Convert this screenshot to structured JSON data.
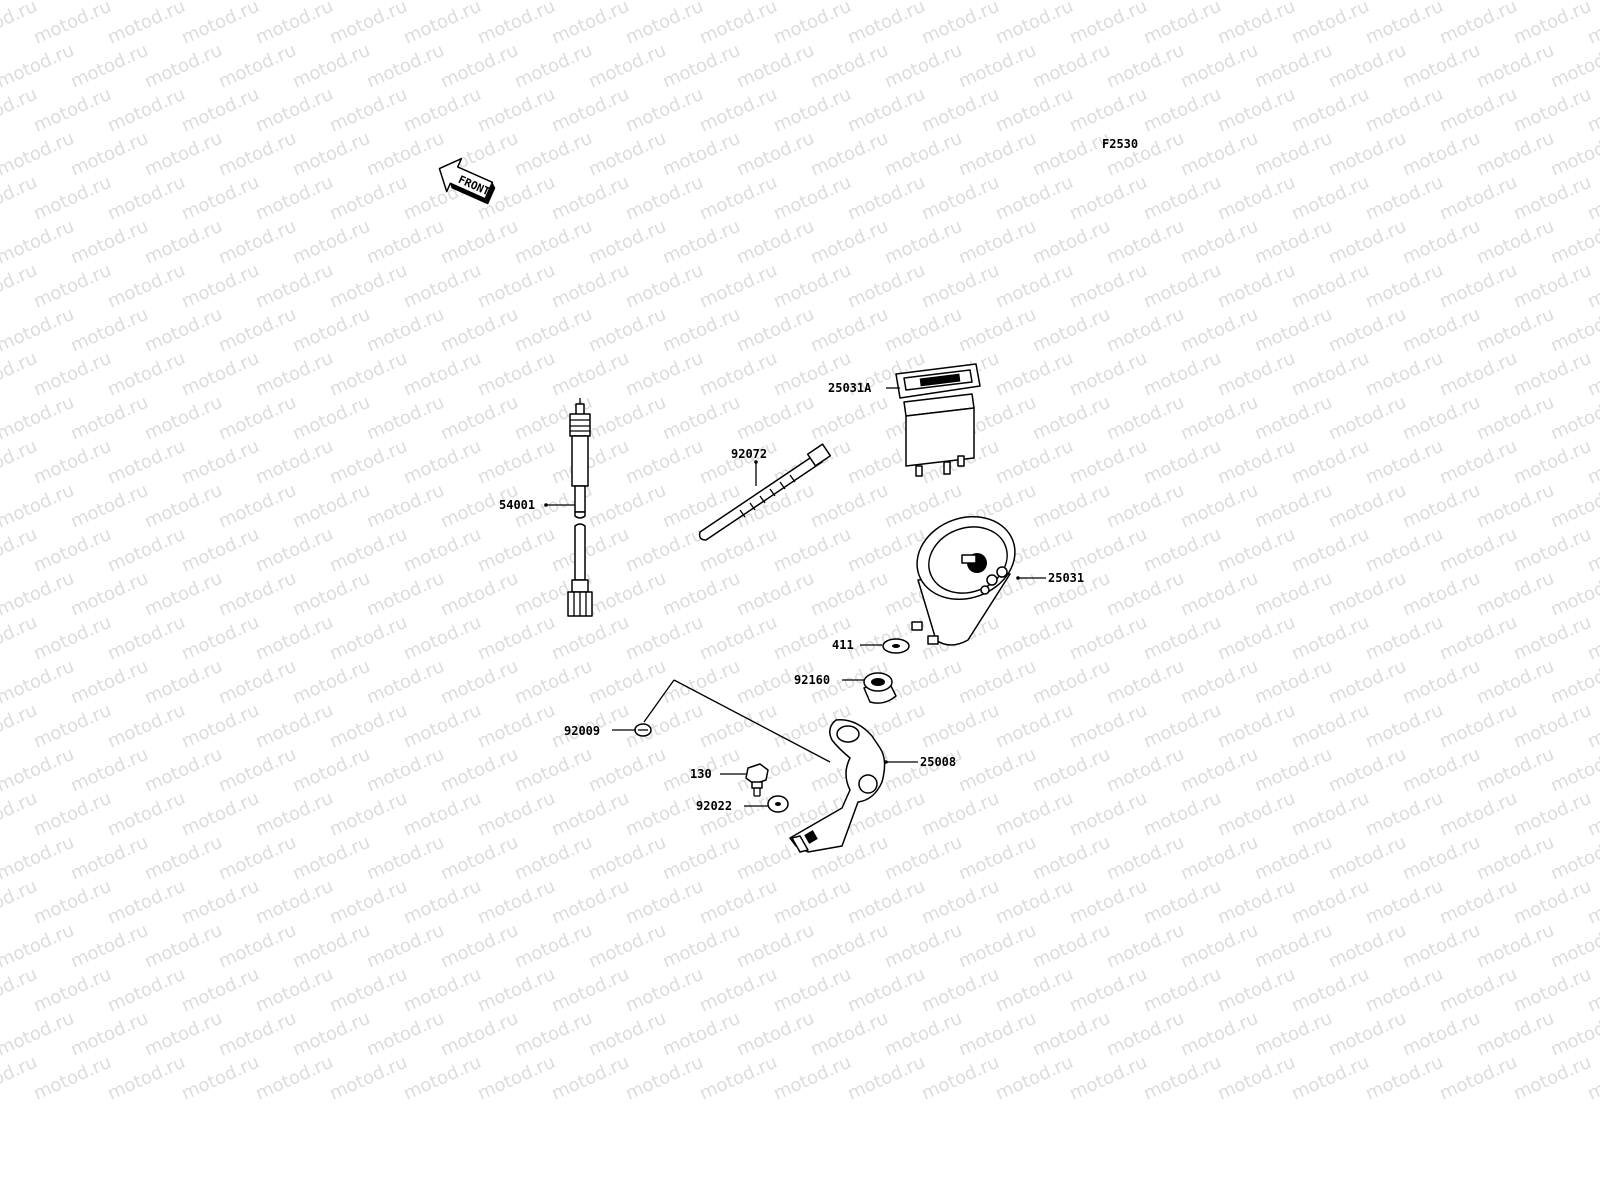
{
  "diagram": {
    "code": "F2530",
    "front_arrow": "FRONT",
    "watermark": "motod.ru",
    "parts": [
      {
        "id": "54001"
      },
      {
        "id": "92072"
      },
      {
        "id": "25031A"
      },
      {
        "id": "25031"
      },
      {
        "id": "411"
      },
      {
        "id": "92160"
      },
      {
        "id": "92009"
      },
      {
        "id": "25008"
      },
      {
        "id": "130"
      },
      {
        "id": "92022"
      }
    ]
  }
}
